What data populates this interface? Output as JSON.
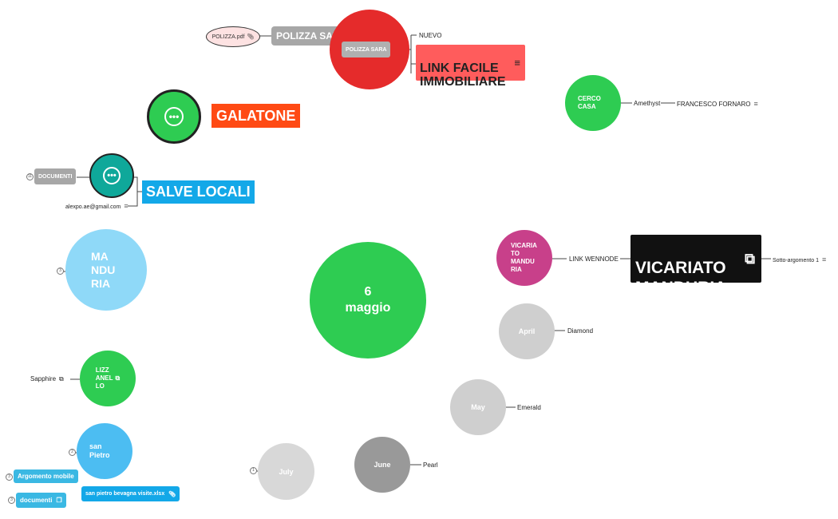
{
  "center": {
    "label": "6\nmaggio",
    "color": "#2ecc52"
  },
  "polizza": {
    "attachment": "POLIZZA.pdf",
    "title": "POLIZZA SARA",
    "sub": "POLIZZA SARA",
    "nuevo": "NUEVO",
    "link_facile": "LINK FACILE\nIMMOBILIARE"
  },
  "galatone": {
    "label": "GALATONE"
  },
  "salve": {
    "label": "SALVE LOCALI",
    "email": "alexpo.ae@gmail.com",
    "documenti": "DOCUMENTI",
    "documenti_count": "11"
  },
  "manduria": {
    "label": "MA\nNDU\nRIA",
    "count": "3"
  },
  "lizzanello": {
    "label": "LIZZ\nANEL\nLO",
    "sapphire": "Sapphire"
  },
  "san_pietro": {
    "label": "san\nPietro",
    "count": "2",
    "argomento": "Argomento mobile",
    "argomento_count": "3",
    "documenti": "documenti",
    "documenti_count": "3",
    "file": "san pietro bevagna visite.xlsx"
  },
  "cerco": {
    "label": "CERCO\nCASA",
    "amethyst": "Amethyst",
    "person": "FRANCESCO FORNARO"
  },
  "vicariato": {
    "circle": "VICARIA\nTO\nMANDU\nRIA",
    "link": "LINK WENNODE",
    "box": "VICARIATO\nMANDURIA",
    "sub": "Sotto-argomento 1"
  },
  "months": [
    {
      "name": "April",
      "tag": "Diamond"
    },
    {
      "name": "May",
      "tag": "Emerald"
    },
    {
      "name": "June",
      "tag": "Pearl"
    },
    {
      "name": "July",
      "count": "1"
    }
  ],
  "colors": {
    "green": "#2ecc52",
    "red": "#e52b2b",
    "orange": "#ff4a14",
    "blue": "#13a8e8",
    "teal": "#0fa89a",
    "magenta": "#c8408a",
    "lightblue": "#8fd9f8",
    "skyblue": "#4cbdf2",
    "grey": "#cfcfcf",
    "darkgrey": "#999999"
  }
}
